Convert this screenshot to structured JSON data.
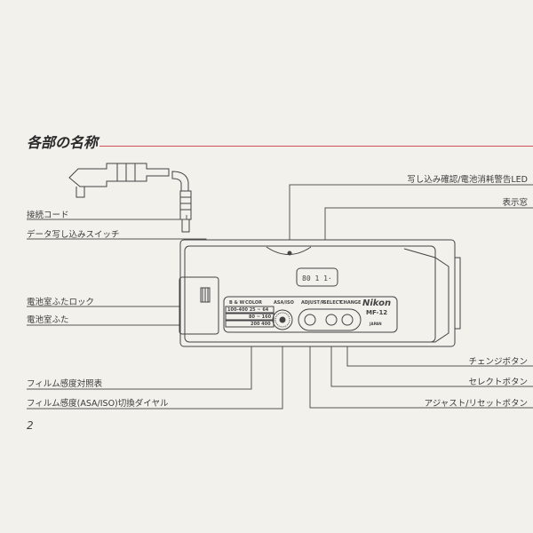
{
  "title": "各部の名称",
  "page_number": "2",
  "labels_left": [
    "接続コード",
    "データ写し込みスイッチ",
    "電池室ふたロック",
    "電池室ふた",
    "フィルム感度対照表",
    "フィルム感度(ASA/ISO)切換ダイヤル"
  ],
  "labels_right": [
    "写し込み確認/電池消耗警告LED",
    "表示窓",
    "チェンジボタン",
    "セレクトボタン",
    "アジャスト/リセットボタン"
  ],
  "device": {
    "display": "80  1  1·",
    "bw": "B & W",
    "color": "COLOR",
    "asa_iso": "ASA/ISO",
    "table": [
      "100-400 25 ~ 64",
      "80 ~ 160",
      "200 400"
    ],
    "adjust": "ADJUST/R",
    "select": "SELECT",
    "change": "CHANGE",
    "brand": "Nikon",
    "model": "MF-12",
    "origin": "JAPAN"
  }
}
